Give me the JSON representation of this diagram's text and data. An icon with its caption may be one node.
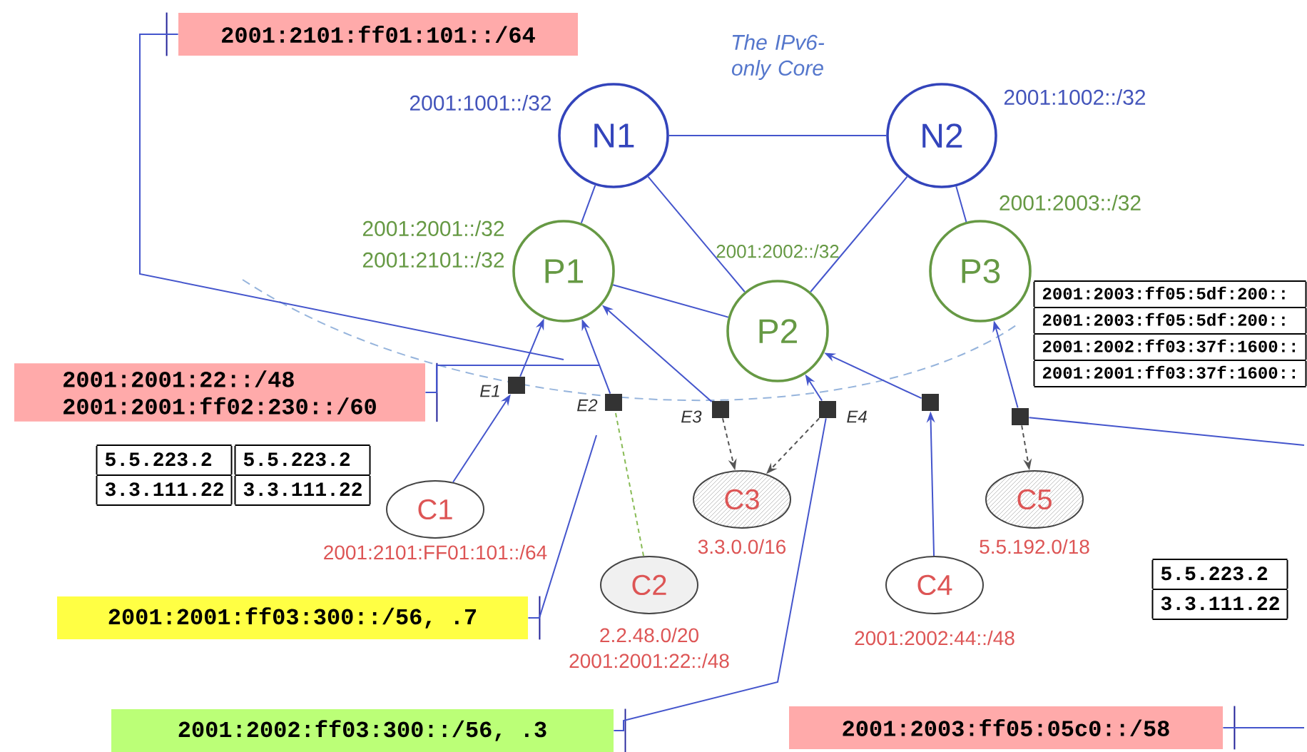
{
  "diagram": {
    "nodes": [
      {
        "text": [
          "N1"
        ],
        "beside": [
          "2001:1001::/32"
        ]
      },
      {
        "text": [
          "N2"
        ],
        "beside": [
          "2001:1002::/32"
        ]
      },
      {
        "text": [
          "P1"
        ],
        "beside": [
          "2001:2001::/32",
          "2001:2101::/32"
        ]
      },
      {
        "text": [
          "P2"
        ],
        "beside": [
          "2001:2002::/32"
        ]
      },
      {
        "text": [
          "P3"
        ],
        "beside": [
          "2001:2003::/32"
        ]
      },
      {
        "text": [],
        "shape": "box",
        "beside": [
          "E1"
        ]
      },
      {
        "text": [],
        "shape": "box",
        "beside": [
          "E2"
        ]
      },
      {
        "text": [],
        "shape": "box",
        "beside": [
          "E3"
        ]
      },
      {
        "text": [],
        "shape": "box",
        "beside": [
          "E4"
        ]
      },
      {
        "text": [],
        "shape": "box"
      },
      {
        "text": [],
        "shape": "box"
      },
      {
        "text": [
          "C1"
        ],
        "beside": [
          "2001:2101:FF01:101::/64"
        ]
      },
      {
        "text": [
          "C2"
        ],
        "beside": [
          "2.2.48.0/20",
          "2001:2001:22::/48"
        ]
      },
      {
        "text": [
          "C3"
        ],
        "beside": [
          "3.3.0.0/16"
        ]
      },
      {
        "text": [
          "C4"
        ],
        "beside": [
          "2001:2002:44::/48"
        ]
      },
      {
        "text": [
          "C5"
        ],
        "beside": [
          "5.5.192.0/18"
        ]
      },
      {
        "text": [
          "2001:2101:ff01:101::/64"
        ]
      },
      {
        "text": [
          "2001:2001:22::/48",
          "2001:2001:ff02:230::/60"
        ]
      },
      {
        "text": [
          "2001:2001:ff03:300::/56, .7"
        ]
      },
      {
        "text": [
          "2001:2002:ff03:300::/56, .3"
        ]
      },
      {
        "text": [
          "2001:2003:ff05:05c0::/58"
        ]
      },
      {
        "text": [
          "5.5.223.2",
          "3.3.111.22"
        ]
      },
      {
        "text": [
          "5.5.223.2",
          "3.3.111.22"
        ]
      },
      {
        "text": [
          "5.5.223.2",
          "3.3.111.22"
        ]
      },
      {
        "text": [
          "2001:2003:ff05:5df:200::",
          "2001:2003:ff05:5df:200::",
          "2001:2002:ff03:37f:1600::",
          "2001:2001:ff03:37f:1600::"
        ]
      }
    ],
    "edges": [
      {
        "from": 0,
        "to": 1,
        "arrow": "none"
      },
      {
        "from": 0,
        "to": 2,
        "arrow": "none"
      },
      {
        "from": 0,
        "to": 3,
        "arrow": "none"
      },
      {
        "from": 1,
        "to": 3,
        "arrow": "none"
      },
      {
        "from": 1,
        "to": 4,
        "arrow": "none"
      },
      {
        "from": 2,
        "to": 3,
        "arrow": "none"
      },
      {
        "from": 11,
        "to": 5,
        "arrow": "to"
      },
      {
        "from": 5,
        "to": 2,
        "arrow": "to"
      },
      {
        "from": 12,
        "to": 6,
        "arrow": "none",
        "style": "dashed",
        "color": "#88bb55"
      },
      {
        "from": 6,
        "to": 2,
        "arrow": "to"
      },
      {
        "from": 7,
        "to": 2,
        "arrow": "to"
      },
      {
        "from": 7,
        "to": 13,
        "arrow": "to",
        "style": "dashed",
        "color": "#555555"
      },
      {
        "from": 8,
        "to": 3,
        "arrow": "to"
      },
      {
        "from": 8,
        "to": 13,
        "arrow": "to",
        "style": "dashed",
        "color": "#555555"
      },
      {
        "from": 14,
        "to": 9,
        "arrow": "to"
      },
      {
        "from": 9,
        "to": 3,
        "arrow": "to"
      },
      {
        "from": 10,
        "to": 4,
        "arrow": "to"
      },
      {
        "from": 10,
        "to": 15,
        "arrow": "to",
        "style": "dashed",
        "color": "#555555"
      },
      {
        "from": 16,
        "to": null,
        "arrow": "none"
      },
      {
        "from": 17,
        "to": null,
        "arrow": "none"
      },
      {
        "from": 18,
        "to": null,
        "arrow": "none"
      },
      {
        "from": 19,
        "to": 8,
        "arrow": "none"
      },
      {
        "from": 20,
        "to": null,
        "arrow": "none"
      },
      {
        "from": 10,
        "to": null,
        "arrow": "none"
      }
    ],
    "labels": [
      "The IPv6-only Core"
    ]
  }
}
